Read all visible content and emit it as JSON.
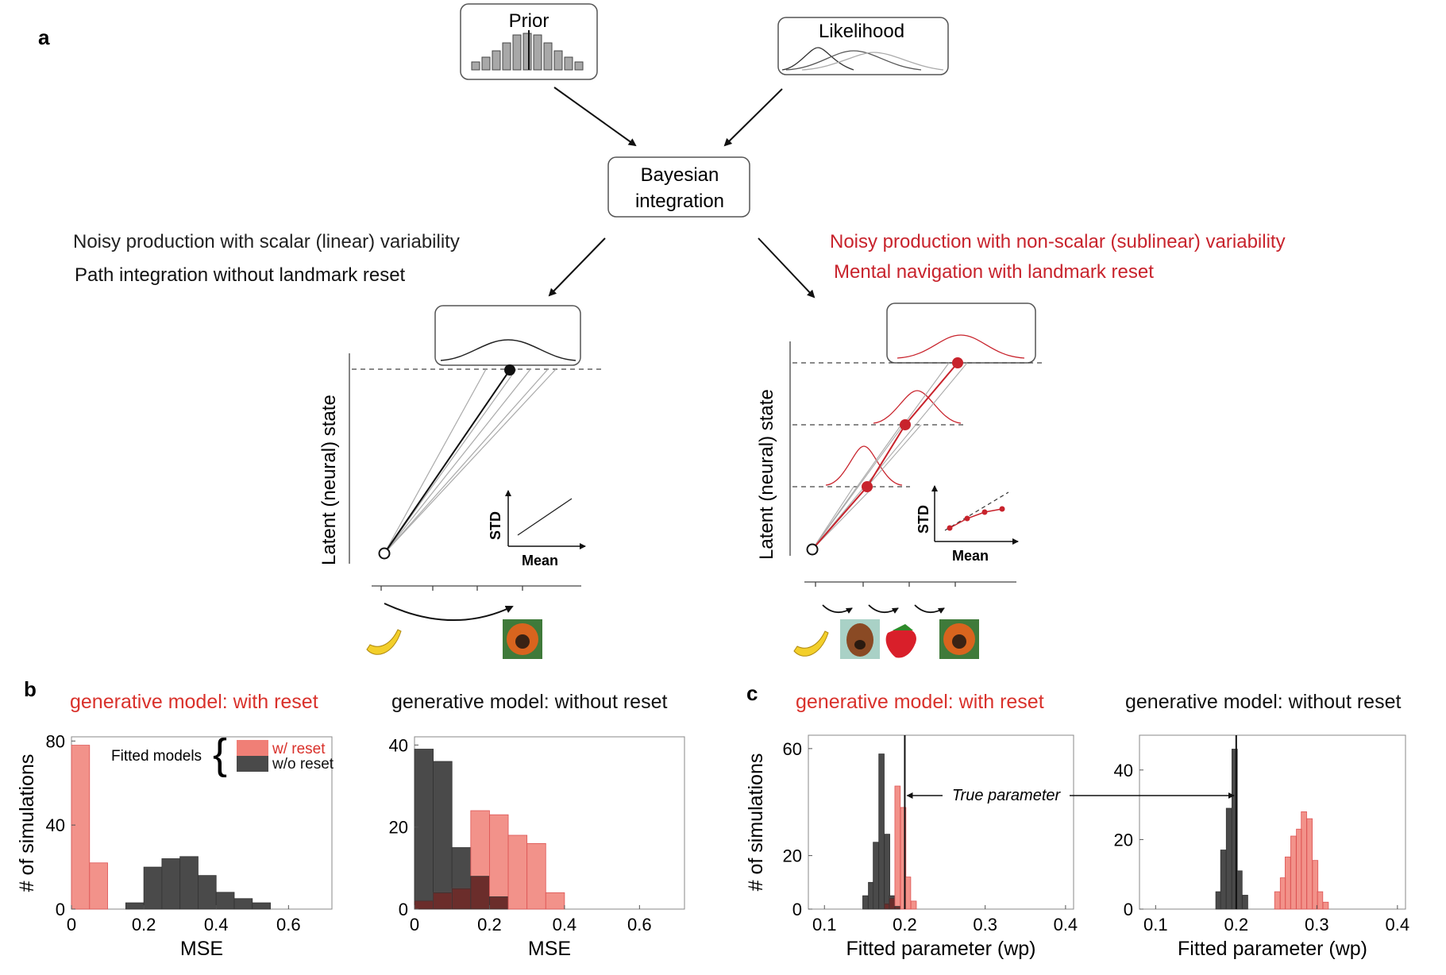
{
  "colors": {
    "red": "#c8232c",
    "salmon": "#f07f76",
    "dark": "#4a4a4a",
    "overlap": "#6b2d2b",
    "light": "#a9a9a9"
  },
  "panel_a": {
    "label": "a",
    "prior_title": "Prior",
    "likelihood_title": "Likelihood",
    "bayes_line1": "Bayesian",
    "bayes_line2": "integration",
    "left_caption1": "Noisy production with scalar (linear) variability",
    "left_caption2": "Path integration without landmark reset",
    "right_caption1": "Noisy production with non-scalar (sublinear) variability",
    "right_caption2": "Mental navigation with landmark reset",
    "ylabel": "Latent (neural) state",
    "inset_ylabel": "STD",
    "inset_xlabel": "Mean",
    "left_images": [
      "banana-icon",
      "monkey-icon"
    ],
    "right_images": [
      "banana-icon",
      "dog-icon",
      "strawberry-icon",
      "monkey-icon"
    ]
  },
  "panel_b": {
    "label": "b",
    "legend_title": "Fitted models",
    "legend_items": [
      "w/ reset",
      "w/o reset"
    ]
  },
  "panel_c": {
    "label": "c",
    "annotation": "True parameter"
  },
  "chart_data": [
    {
      "type": "bar",
      "title": "generative model: with reset",
      "xlabel": "MSE",
      "ylabel": "# of simulations",
      "xlim": [
        0,
        0.72
      ],
      "ylim": [
        0,
        82
      ],
      "xticks": [
        0,
        0.2,
        0.4,
        0.6
      ],
      "yticks": [
        0,
        40,
        80
      ],
      "bin_width": 0.05,
      "bins": [
        0.025,
        0.075,
        0.125,
        0.175,
        0.225,
        0.275,
        0.325,
        0.375,
        0.425,
        0.475,
        0.525,
        0.575
      ],
      "series": [
        {
          "name": "w/ reset",
          "values": [
            78,
            22,
            0,
            0,
            0,
            0,
            0,
            0,
            0,
            0,
            0,
            0
          ]
        },
        {
          "name": "w/o reset",
          "values": [
            0,
            0,
            0,
            3,
            20,
            24,
            25,
            16,
            8,
            5,
            3,
            0
          ]
        }
      ]
    },
    {
      "type": "bar",
      "title": "generative model: without reset",
      "xlabel": "MSE",
      "ylabel": "",
      "xlim": [
        0,
        0.72
      ],
      "ylim": [
        0,
        42
      ],
      "xticks": [
        0,
        0.2,
        0.4,
        0.6
      ],
      "yticks": [
        0,
        20,
        40
      ],
      "bin_width": 0.05,
      "bins": [
        0.025,
        0.075,
        0.125,
        0.175,
        0.225,
        0.275,
        0.325,
        0.375
      ],
      "series": [
        {
          "name": "w/ reset",
          "values": [
            2,
            4,
            5,
            24,
            23,
            18,
            16,
            4
          ]
        },
        {
          "name": "w/o reset",
          "values": [
            39,
            36,
            15,
            8,
            3,
            0,
            0,
            0
          ]
        }
      ]
    },
    {
      "type": "bar",
      "title": "generative model: with reset",
      "xlabel": "Fitted parameter (wp)",
      "ylabel": "# of simulations",
      "xlim": [
        0.08,
        0.41
      ],
      "ylim": [
        0,
        65
      ],
      "xticks": [
        0.1,
        0.2,
        0.3,
        0.4
      ],
      "yticks": [
        0,
        20,
        60
      ],
      "true_parameter": 0.2,
      "bin_width": 0.0067,
      "bins": [
        0.151,
        0.158,
        0.164,
        0.171,
        0.178,
        0.184,
        0.191,
        0.198,
        0.204,
        0.211,
        0.218
      ],
      "series": [
        {
          "name": "w/ reset",
          "values": [
            0,
            0,
            0,
            0,
            2,
            4,
            46,
            38,
            12,
            3,
            0
          ]
        },
        {
          "name": "w/o reset",
          "values": [
            5,
            10,
            25,
            58,
            28,
            5,
            1,
            0,
            0,
            0,
            0
          ]
        }
      ]
    },
    {
      "type": "bar",
      "title": "generative model: without reset",
      "xlabel": "Fitted parameter (wp)",
      "ylabel": "",
      "xlim": [
        0.08,
        0.41
      ],
      "ylim": [
        0,
        50
      ],
      "xticks": [
        0.1,
        0.2,
        0.3,
        0.4
      ],
      "yticks": [
        0,
        20,
        40
      ],
      "true_parameter": 0.2,
      "bin_width": 0.0067,
      "bins": [
        0.178,
        0.184,
        0.191,
        0.198,
        0.204,
        0.211,
        0.251,
        0.258,
        0.264,
        0.271,
        0.278,
        0.284,
        0.291,
        0.298,
        0.304,
        0.311
      ],
      "series": [
        {
          "name": "w/ reset",
          "values": [
            0,
            0,
            0,
            0,
            0,
            0,
            5,
            9,
            15,
            21,
            23,
            28,
            26,
            14,
            5,
            2
          ]
        },
        {
          "name": "w/o reset",
          "values": [
            5,
            17,
            29,
            46,
            11,
            4,
            0,
            0,
            0,
            0,
            0,
            0,
            0,
            0,
            0,
            0
          ]
        }
      ]
    }
  ]
}
